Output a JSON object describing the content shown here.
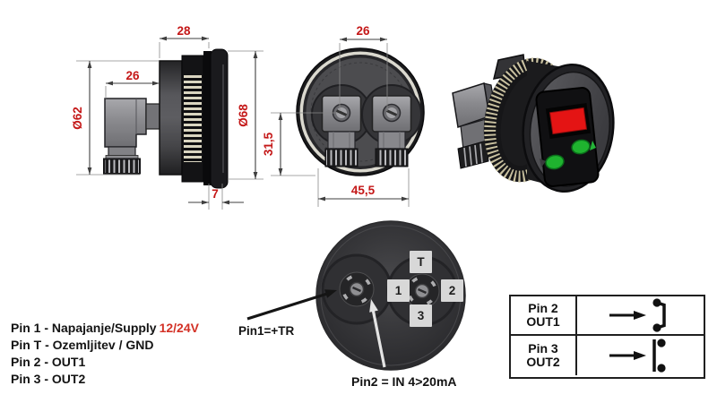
{
  "palette": {
    "dim_red": "#c41717",
    "value_red": "#d33126",
    "display_red": "#e41414",
    "button_green": "#1fb32f"
  },
  "side_view": {
    "dim_body_depth": "28",
    "dim_connector_width": "26",
    "dim_dia_body": "Ø62",
    "dim_dia_front": "Ø68",
    "dim_front_depth": "7"
  },
  "back_view": {
    "dim_pitch": "26",
    "dim_center_height": "31,5",
    "dim_width": "45,5"
  },
  "pin_list": {
    "line1_label": "Pin 1 - Napajanje/Supply",
    "line1_value": "12/24V",
    "line2": "Pin T - Ozemljitev / GND",
    "line3": "Pin 2 - OUT1",
    "line4": "Pin 3 - OUT2"
  },
  "connector_photo": {
    "pin_t": "T",
    "pin_1": "1",
    "pin_2": "2",
    "pin_3": "3",
    "callout_pin1": "Pin1=+TR",
    "callout_pin2": "Pin2 = IN 4>20mA"
  },
  "output_table": {
    "row1_pin": "Pin 2",
    "row1_out": "OUT1",
    "row1_contact": "closed",
    "row2_pin": "Pin 3",
    "row2_out": "OUT2",
    "row2_contact": "open"
  }
}
